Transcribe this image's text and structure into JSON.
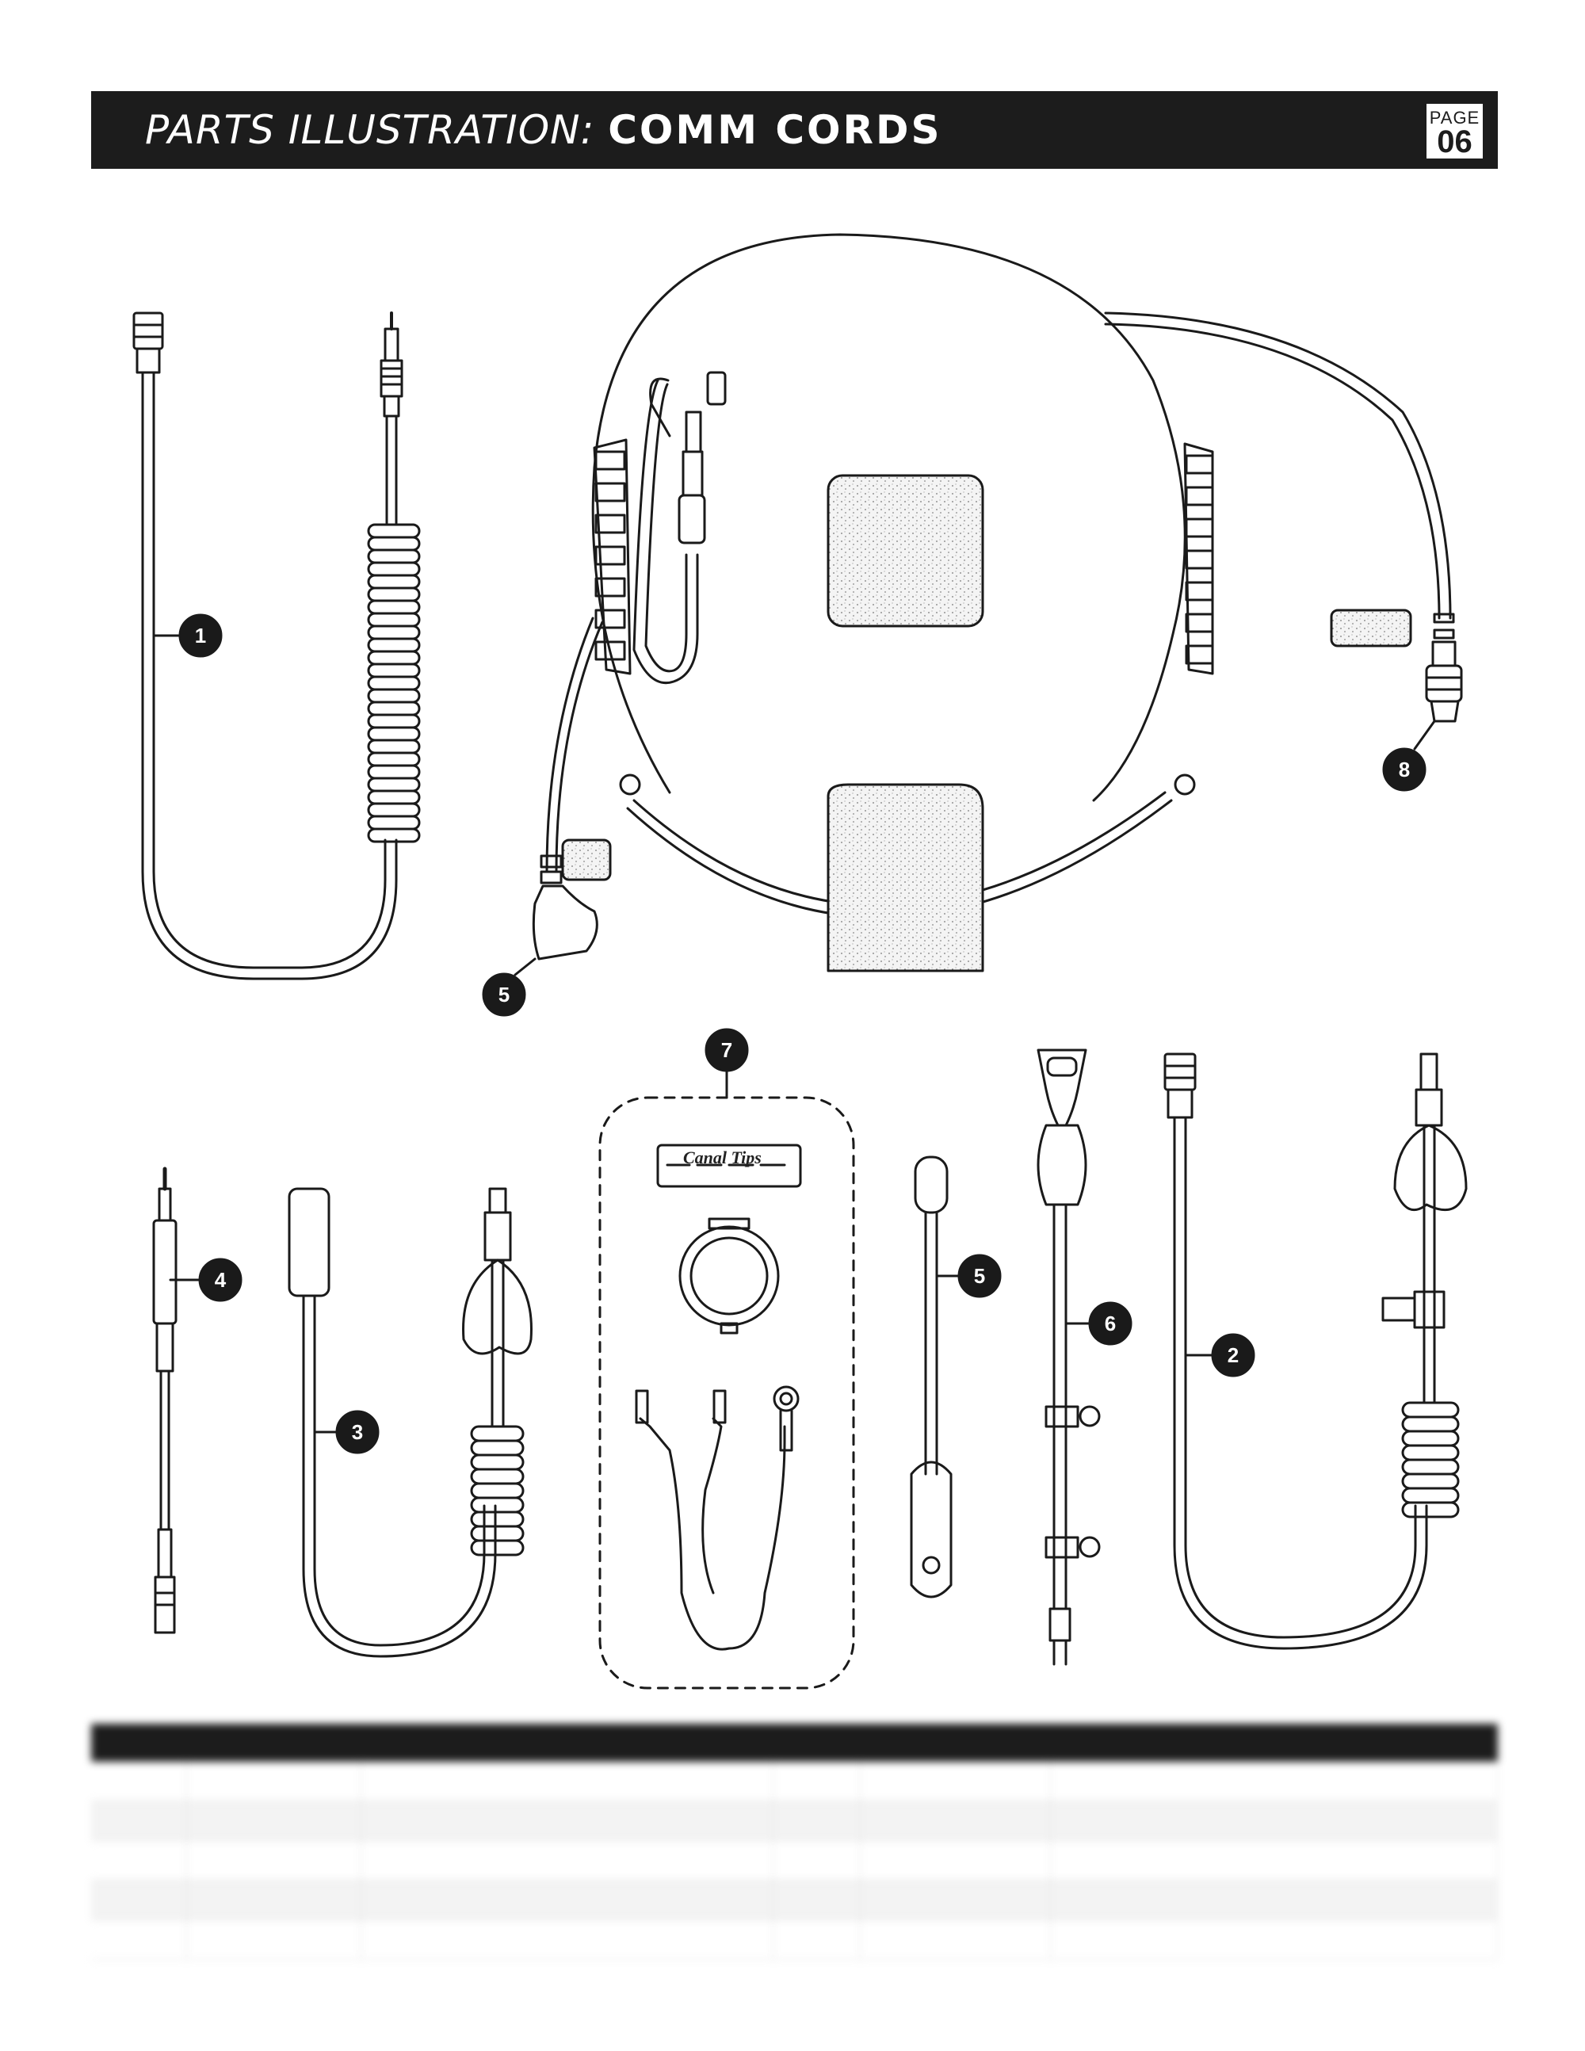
{
  "header": {
    "title_lead": "PARTS ILLUSTRATION:",
    "title_strong": "COMM CORDS",
    "page_label": "PAGE",
    "page_number": "06"
  },
  "illustration": {
    "callouts": [
      "1",
      "5",
      "8",
      "7",
      "4",
      "3",
      "5",
      "6",
      "2"
    ],
    "canal_tips_label": "Canal Tips"
  },
  "parts_table": {
    "headers": [
      "",
      "",
      "",
      "",
      "",
      ""
    ],
    "rows": [
      [
        "",
        "",
        "",
        "",
        "",
        ""
      ],
      [
        "",
        "",
        "",
        "",
        "",
        ""
      ],
      [
        "",
        "",
        "",
        "",
        "",
        ""
      ],
      [
        "",
        "",
        "",
        "",
        "",
        ""
      ],
      [
        "",
        "",
        "",
        "",
        "",
        ""
      ]
    ]
  }
}
